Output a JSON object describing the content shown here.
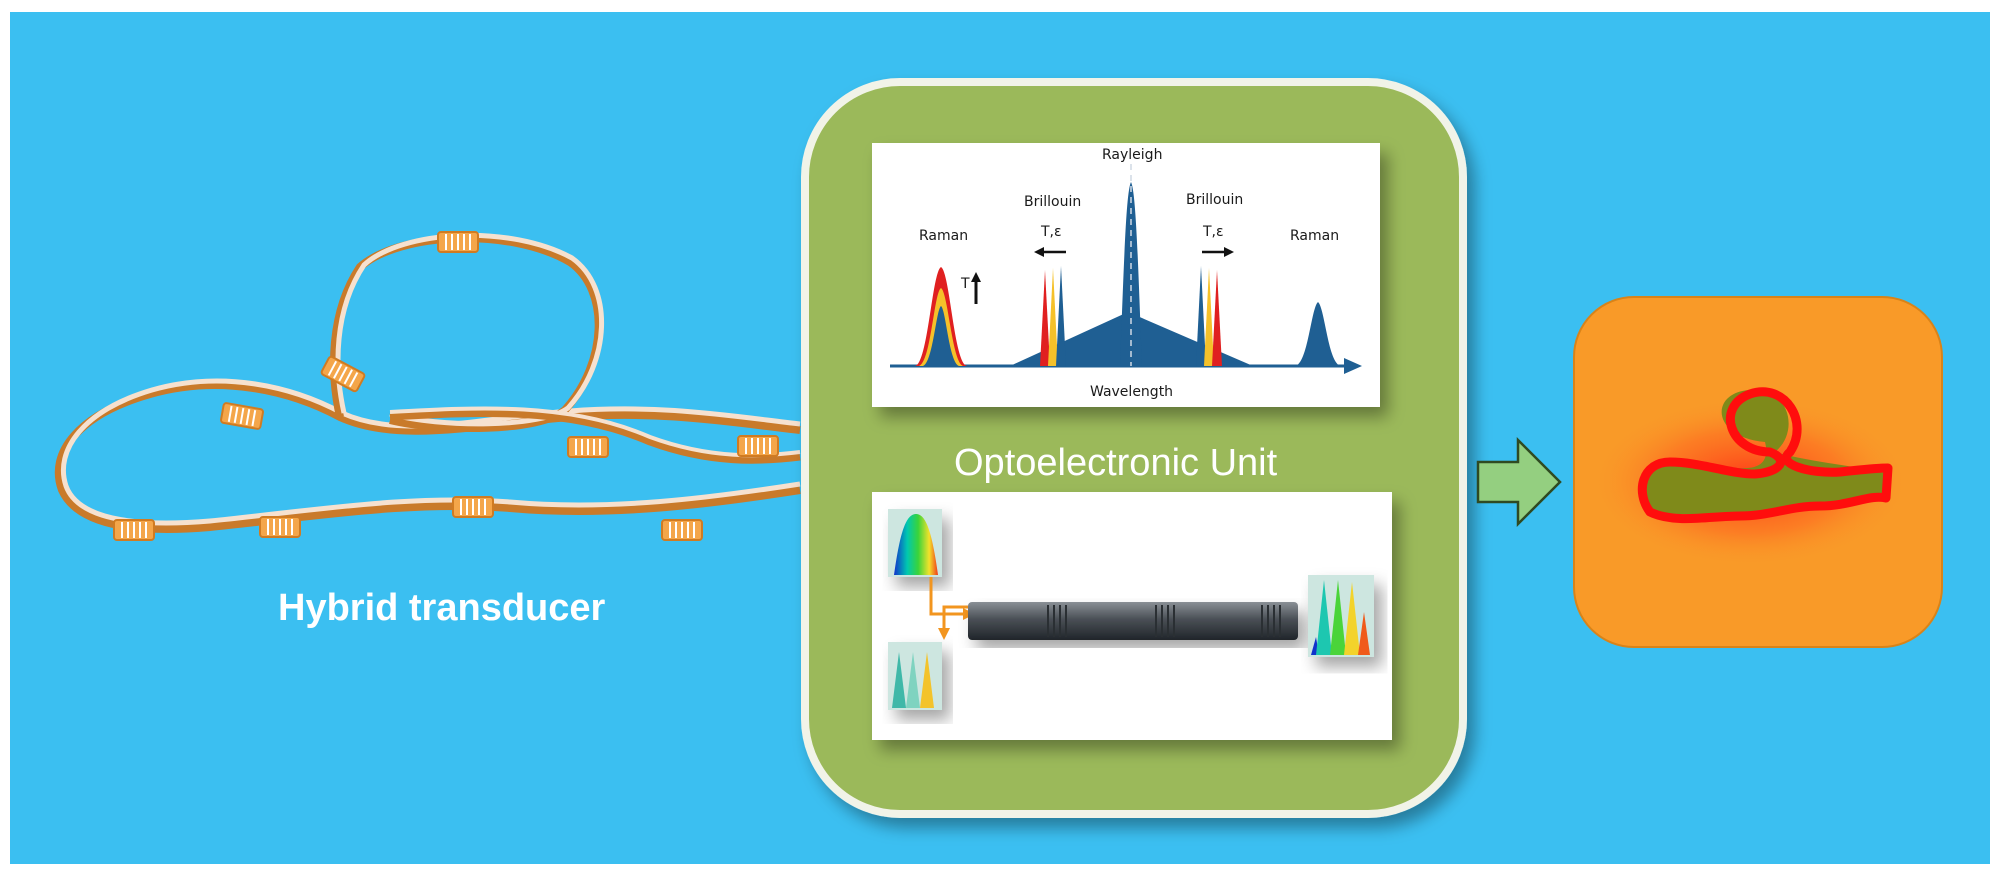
{
  "labels": {
    "hybrid_transducer": "Hybrid transducer",
    "optoelectronic_unit": "Optoelectronic Unit"
  },
  "spectrum": {
    "rayleigh": "Rayleigh",
    "brillouin_left": "Brillouin",
    "brillouin_right": "Brillouin",
    "raman_left": "Raman",
    "raman_right": "Raman",
    "t_eps_left": "T,ε",
    "t_eps_right": "T,ε",
    "t_arrow": "T",
    "xlabel": "Wavelength"
  },
  "colors": {
    "background": "#3bbff1",
    "unit_panel": "#9bb95a",
    "output_panel": "#f99a28",
    "spectrum_blue": "#1f5f93",
    "arrow_green": "#94cf80"
  }
}
